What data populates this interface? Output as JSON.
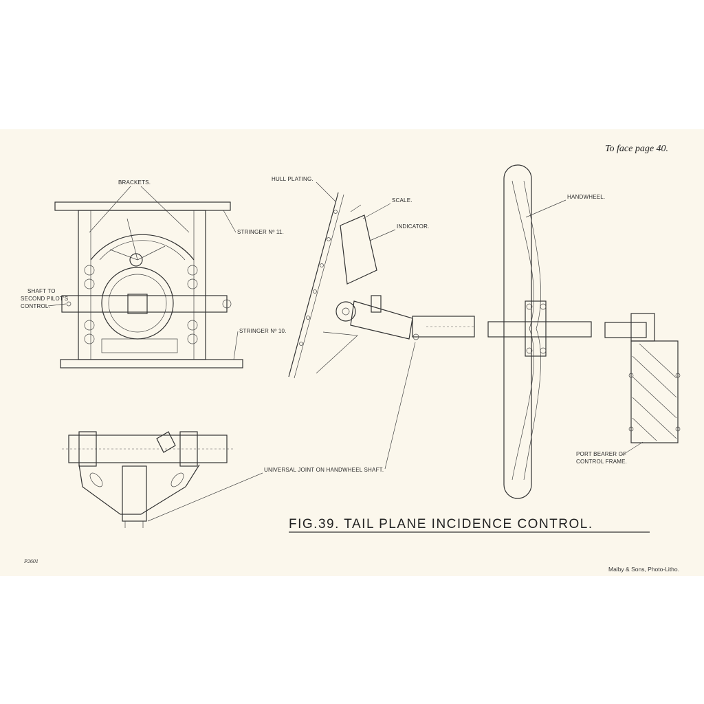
{
  "page_note": "To face page 40.",
  "figure_title": "FIG.39. TAIL PLANE INCIDENCE CONTROL.",
  "labels": {
    "brackets": "BRACKETS.",
    "stringer_11": "STRINGER Nº 11.",
    "stringer_10": "STRINGER Nº 10.",
    "shaft_line1": "SHAFT TO",
    "shaft_line2": "SECOND PILOT'S",
    "shaft_line3": "CONTROL.",
    "hull_plating": "HULL PLATING.",
    "scale": "SCALE.",
    "indicator": "INDICATOR.",
    "handwheel": "HANDWHEEL.",
    "universal_joint": "UNIVERSAL JOINT ON HANDWHEEL SHAFT.",
    "port_bearer_line1": "PORT BEARER OF",
    "port_bearer_line2": "CONTROL FRAME."
  },
  "plate_number": "P2601",
  "printer_credit": "Malby & Sons, Photo-Litho."
}
